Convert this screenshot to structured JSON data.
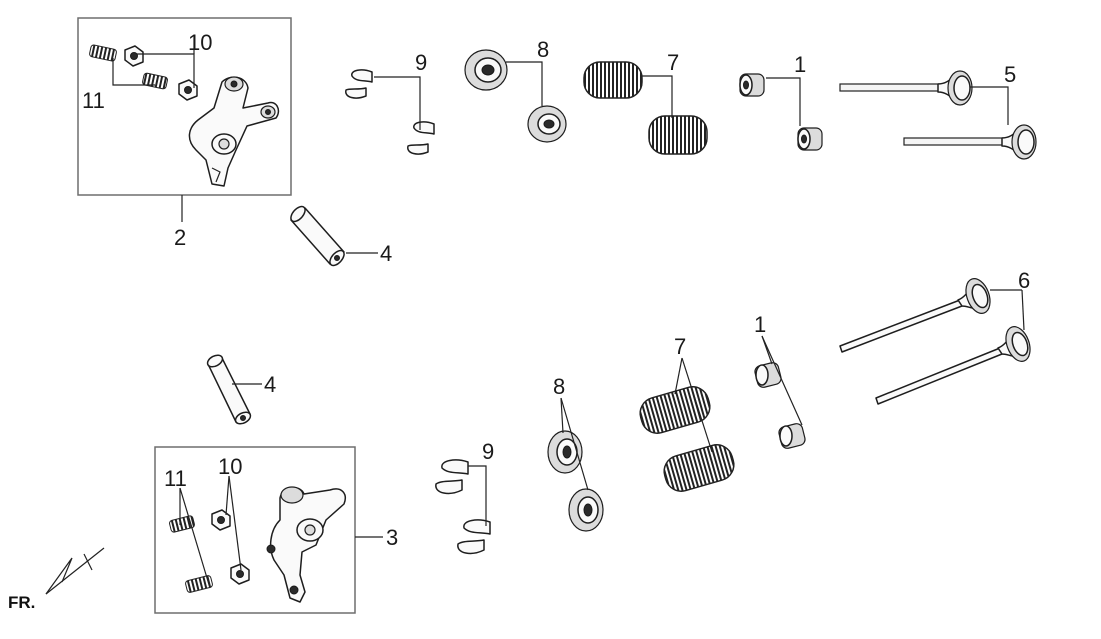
{
  "orientation_label": "FR.",
  "callouts": {
    "c1a": "1",
    "c1b": "1",
    "c2": "2",
    "c3": "3",
    "c4a": "4",
    "c4b": "4",
    "c5": "5",
    "c6": "6",
    "c7a": "7",
    "c7b": "7",
    "c8a": "8",
    "c8b": "8",
    "c9a": "9",
    "c9b": "9",
    "c10a": "10",
    "c10b": "10",
    "c11a": "11",
    "c11b": "11"
  }
}
